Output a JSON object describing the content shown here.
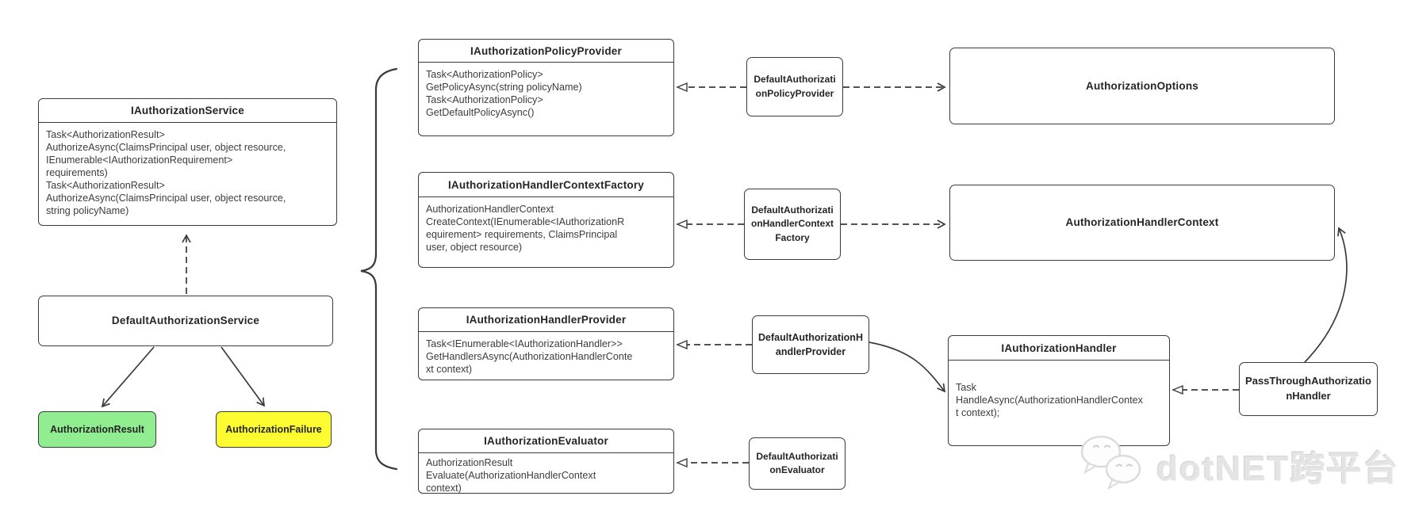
{
  "classes": {
    "iAuthorizationService": {
      "title": "IAuthorizationService",
      "body": "Task<AuthorizationResult>\nAuthorizeAsync(ClaimsPrincipal user, object resource,\nIEnumerable<IAuthorizationRequirement>\nrequirements)\nTask<AuthorizationResult>\nAuthorizeAsync(ClaimsPrincipal user, object resource,\nstring policyName)"
    },
    "iAuthorizationPolicyProvider": {
      "title": "IAuthorizationPolicyProvider",
      "body": "Task<AuthorizationPolicy>\nGetPolicyAsync(string policyName)\nTask<AuthorizationPolicy>\nGetDefaultPolicyAsync()"
    },
    "iAuthorizationHandlerContextFactory": {
      "title": "IAuthorizationHandlerContextFactory",
      "body": "AuthorizationHandlerContext\nCreateContext(IEnumerable<IAuthorizationR\nequirement> requirements, ClaimsPrincipal\nuser, object resource)"
    },
    "iAuthorizationHandlerProvider": {
      "title": "IAuthorizationHandlerProvider",
      "body": "Task<IEnumerable<IAuthorizationHandler>>\nGetHandlersAsync(AuthorizationHandlerConte\nxt context)"
    },
    "iAuthorizationEvaluator": {
      "title": "IAuthorizationEvaluator",
      "body": "AuthorizationResult\nEvaluate(AuthorizationHandlerContext\ncontext)"
    },
    "iAuthorizationHandler": {
      "title": "IAuthorizationHandler",
      "body": "Task\nHandleAsync(AuthorizationHandlerContex\nt context);"
    }
  },
  "nodes": {
    "defaultAuthorizationService": {
      "label": "DefaultAuthorizationService"
    },
    "authorizationResult": {
      "label": "AuthorizationResult",
      "fill": "#90ee90"
    },
    "authorizationFailure": {
      "label": "AuthorizationFailure",
      "fill": "#fcfc30"
    },
    "defaultAuthorizationPolicyProvider": {
      "label": "DefaultAuthorizationPolicyProvider"
    },
    "defaultAuthorizationHandlerContextFactory": {
      "label": "DefaultAuthorizationHandlerContextFactory"
    },
    "defaultAuthorizationHandlerProvider": {
      "label": "DefaultAuthorizationHandlerProvider"
    },
    "defaultAuthorizationEvaluator": {
      "label": "DefaultAuthorizationEvaluator"
    },
    "authorizationOptions": {
      "label": "AuthorizationOptions"
    },
    "authorizationHandlerContext": {
      "label": "AuthorizationHandlerContext"
    },
    "passThroughAuthorizationHandler": {
      "label": "PassThroughAuthorizationHandler"
    }
  },
  "watermark": {
    "text": "dotNET跨平台"
  },
  "colors": {
    "line": "#3a3a3a",
    "result_fill": "#90ee90",
    "failure_fill": "#fcfc30",
    "watermark": "#e4e4e4"
  }
}
